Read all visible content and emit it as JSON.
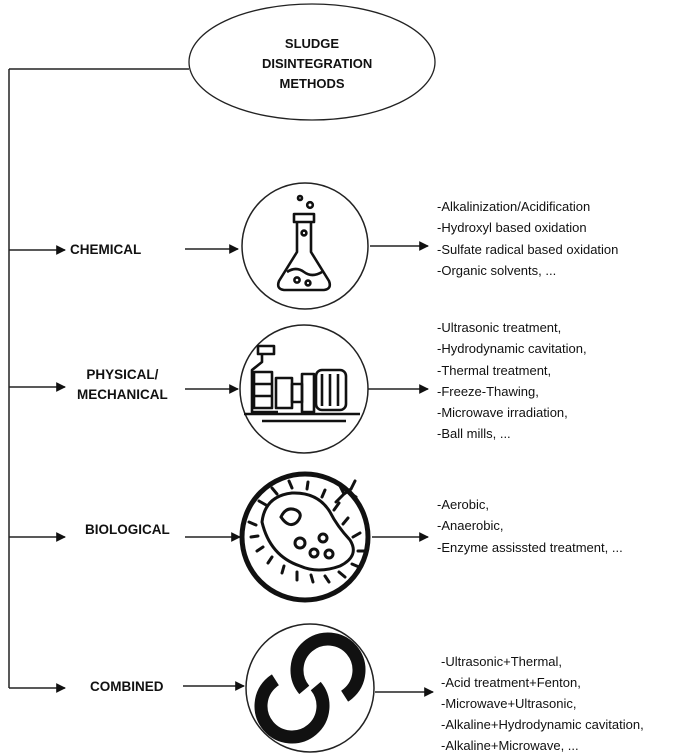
{
  "root": {
    "lines": [
      "SLUDGE",
      "DISINTEGRATION",
      "METHODS"
    ]
  },
  "categories": [
    {
      "label_lines": [
        "CHEMICAL"
      ],
      "icon": "flask-icon",
      "items": [
        "-Alkalinization/Acidification",
        "-Hydroxyl based oxidation",
        "-Sulfate radical based oxidation",
        "-Organic solvents, ..."
      ]
    },
    {
      "label_lines": [
        "PHYSICAL/",
        "MECHANICAL"
      ],
      "icon": "industrial-machine-icon",
      "items": [
        "-Ultrasonic treatment,",
        "-Hydrodynamic cavitation,",
        "-Thermal treatment,",
        "-Freeze-Thawing,",
        "-Microwave irradiation,",
        "-Ball mills, ..."
      ]
    },
    {
      "label_lines": [
        "BIOLOGICAL"
      ],
      "icon": "bacterium-icon",
      "items": [
        "-Aerobic,",
        "-Anaerobic,",
        "-Enzyme  assissted treatment, ..."
      ]
    },
    {
      "label_lines": [
        "COMBINED"
      ],
      "icon": "interlocking-rings-icon",
      "items": [
        "-Ultrasonic+Thermal,",
        "-Acid treatment+Fenton,",
        "-Microwave+Ultrasonic,",
        "-Alkaline+Hydrodynamic cavitation,",
        "-Alkaline+Microwave, ..."
      ]
    }
  ]
}
